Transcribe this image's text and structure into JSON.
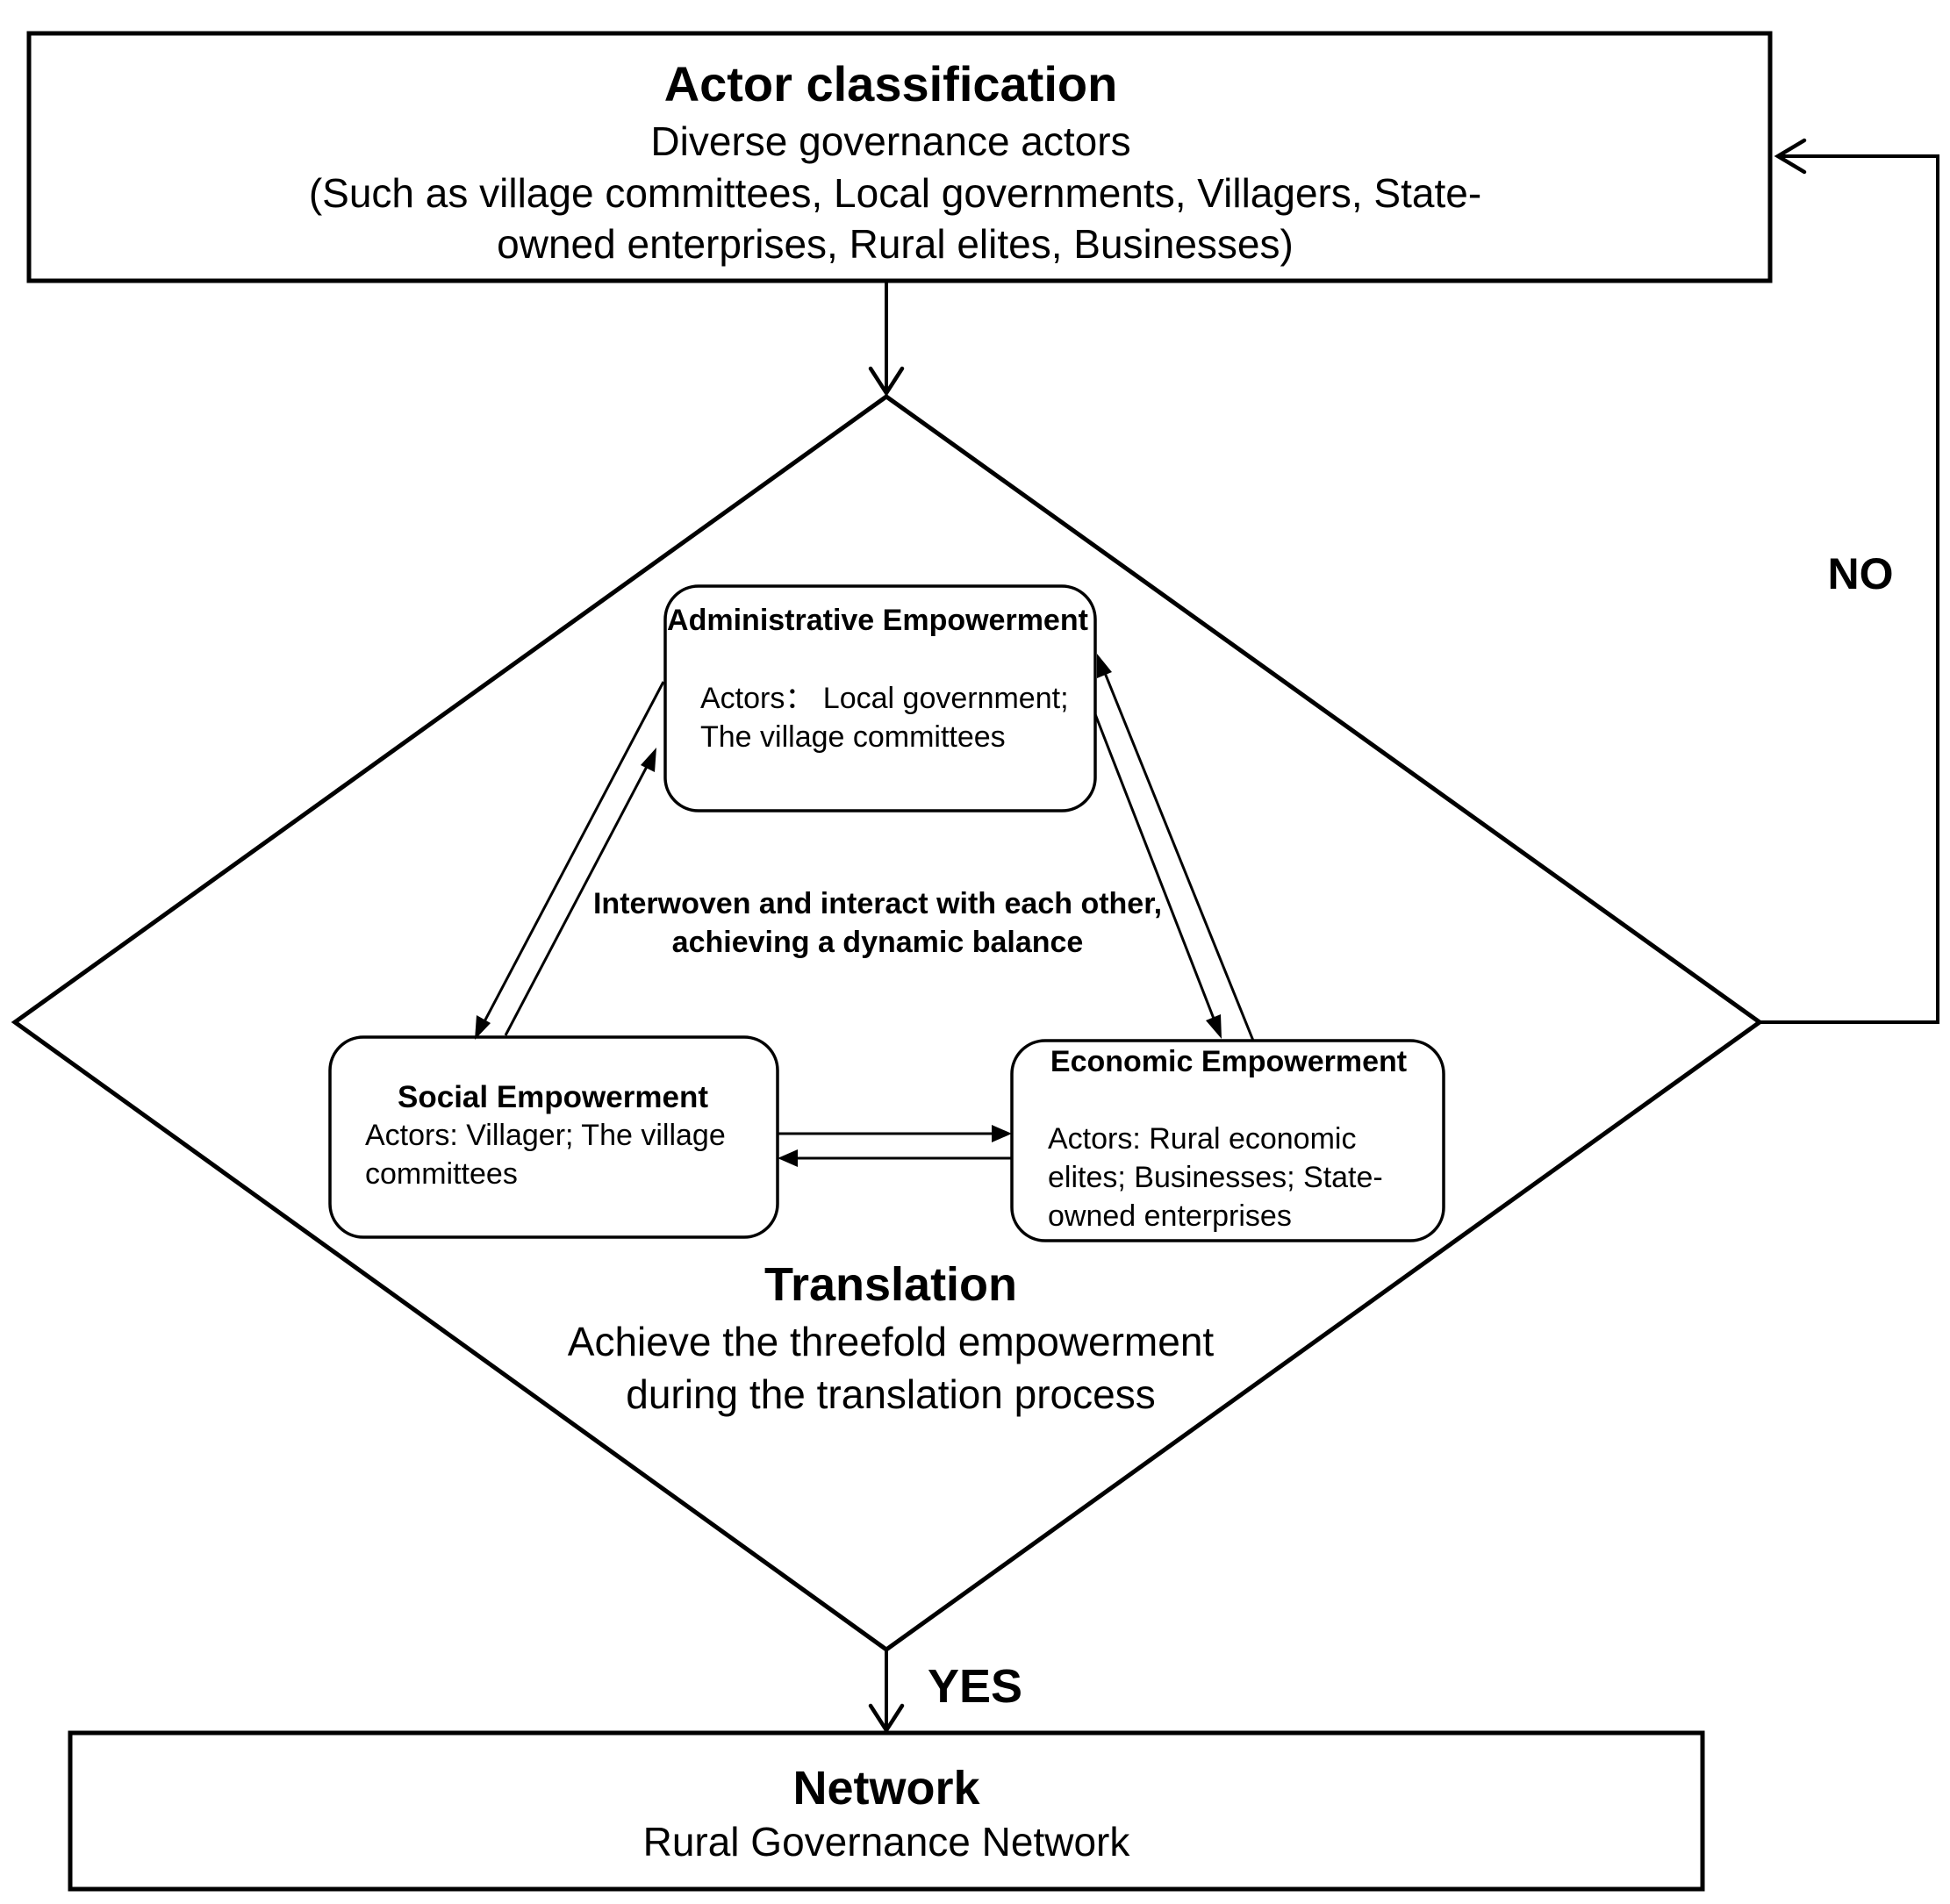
{
  "top_box": {
    "title": "Actor classification",
    "subtitle": "Diverse governance actors",
    "line1": "(Such as village committees, Local governments, Villagers, State-",
    "line2": "owned enterprises, Rural elites, Businesses)"
  },
  "admin_box": {
    "title": "Administrative Empowerment",
    "actors": "Actors： Local government; The village committees"
  },
  "center_note": "Interwoven and interact with each other, achieving a dynamic balance",
  "social_box": {
    "title": "Social Empowerment",
    "actors": "Actors: Villager; The village committees"
  },
  "economic_box": {
    "title": "Economic Empowerment",
    "actors": "Actors: Rural economic elites; Businesses; State-owned enterprises"
  },
  "translation": {
    "title": "Translation",
    "line1": "Achieve the threefold empowerment",
    "line2": "during the translation process"
  },
  "labels": {
    "no": "NO",
    "yes": "YES"
  },
  "network_box": {
    "title": "Network",
    "subtitle": "Rural Governance Network"
  }
}
